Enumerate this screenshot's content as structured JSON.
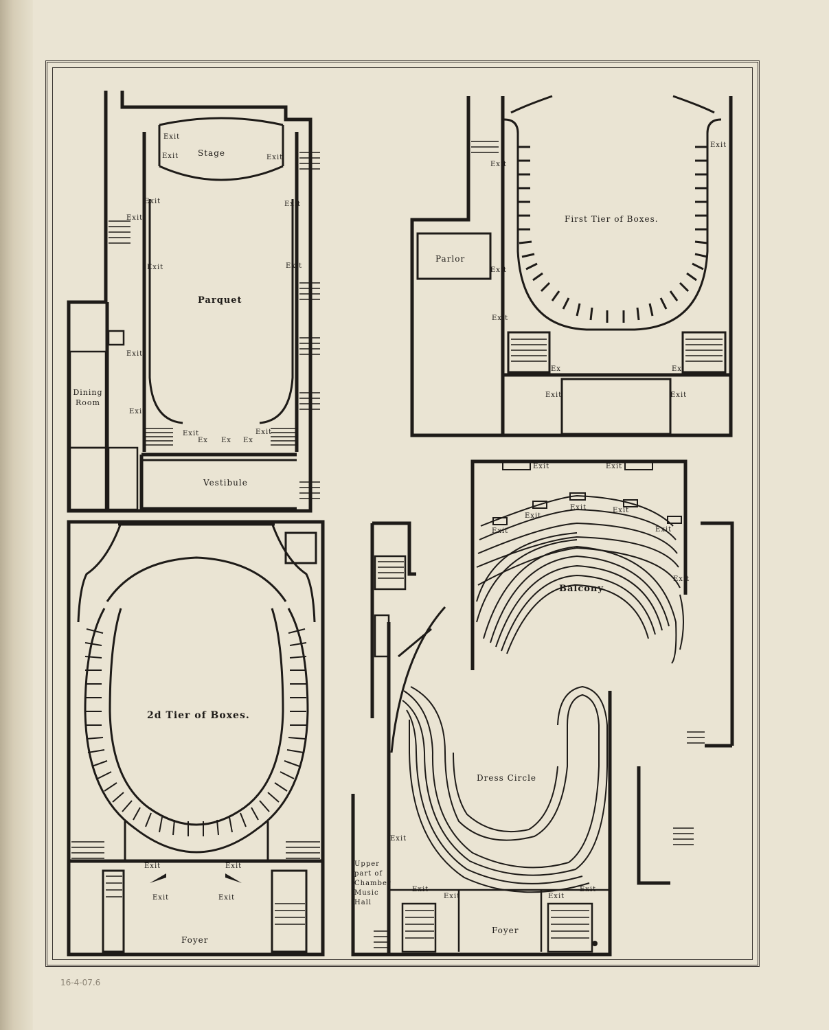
{
  "document": {
    "annotation": "16-4-07.6",
    "ink_color": "#1e1b18",
    "paper_color": "#eae4d3"
  },
  "parquet": {
    "title": "Parquet",
    "stage": "Stage",
    "vestibule": "Vestibule",
    "dining_room": "Dining Room",
    "exit": "Exit",
    "ex": "Ex"
  },
  "first_tier": {
    "title": "First Tier of Boxes.",
    "parlor": "Parlor",
    "exit": "Exit",
    "ex": "Ex"
  },
  "second_tier": {
    "title": "2d Tier of Boxes.",
    "foyer": "Foyer",
    "exit": "Exit"
  },
  "balcony": {
    "title": "Balcony",
    "exit": "Exit"
  },
  "dress_circle": {
    "title": "Dress Circle",
    "foyer": "Foyer",
    "upper_part": "Upper part of Chamber Music Hall",
    "exit": "Exit"
  }
}
